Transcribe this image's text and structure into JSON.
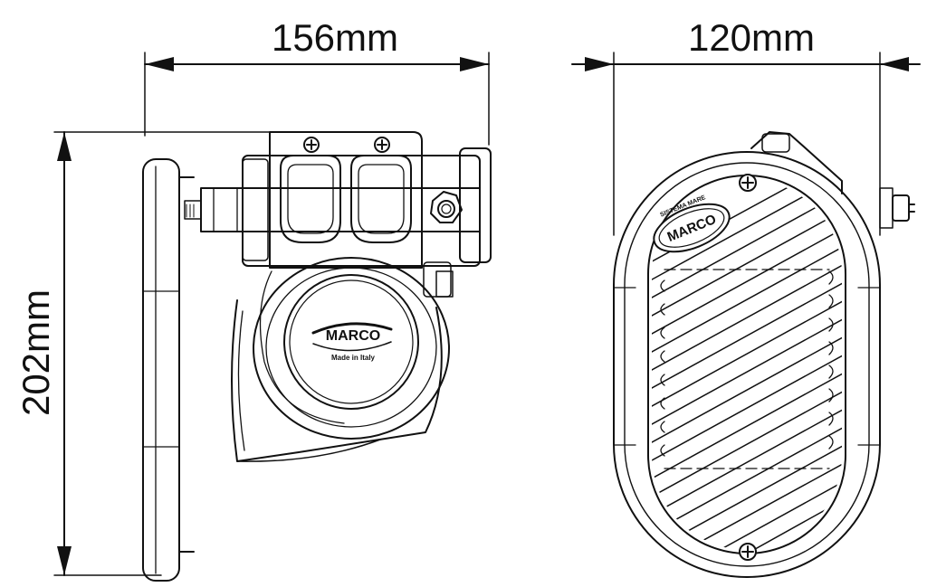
{
  "dimensions": {
    "width_side": "156mm",
    "width_front": "120mm",
    "height": "202mm"
  },
  "side_view": {
    "logo": "MARCO",
    "made_in": "Made in Italy"
  },
  "front_view": {
    "logo": "MARCO",
    "tagline": "SISTEMA MARE"
  }
}
